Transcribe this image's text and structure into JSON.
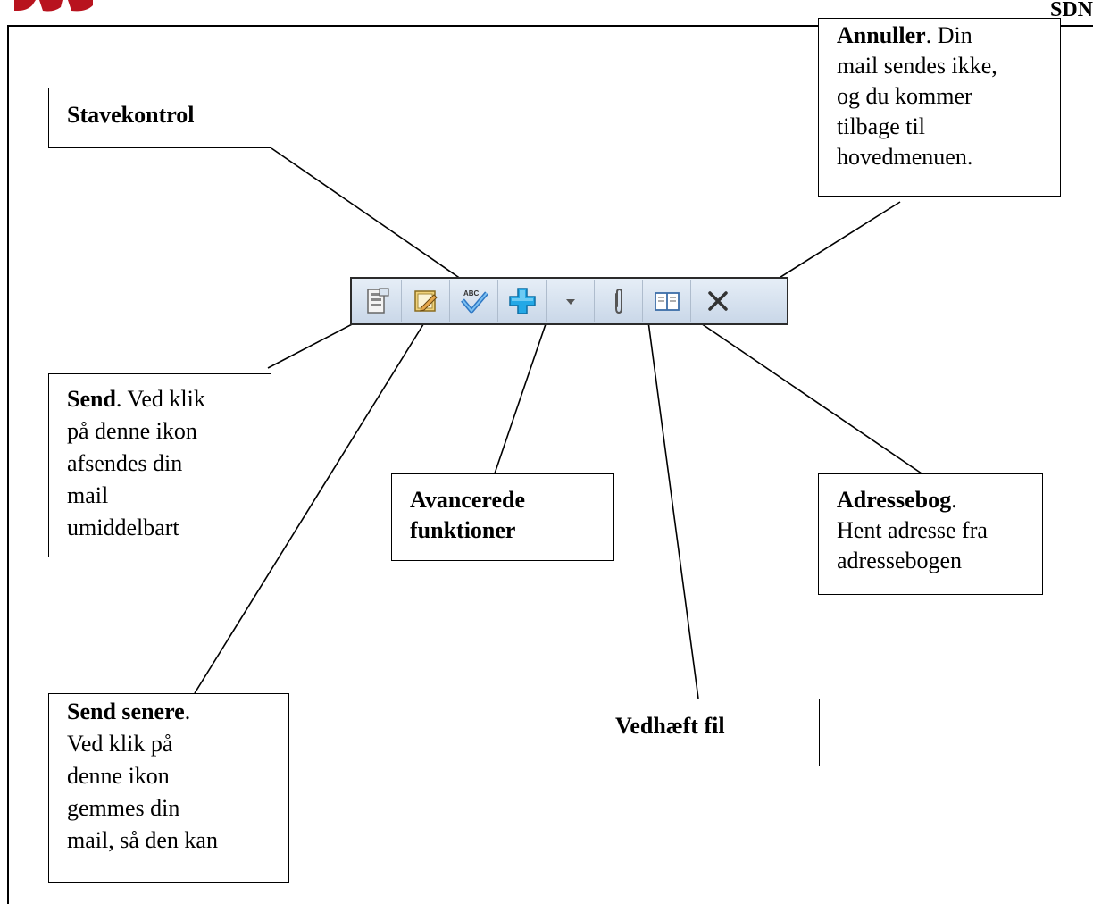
{
  "header": {
    "code": "SDN"
  },
  "toolbar": {
    "buttons": [
      {
        "icon": "send-icon"
      },
      {
        "icon": "send-later-icon"
      },
      {
        "icon": "spellcheck-icon",
        "glyph_text": "ABC"
      },
      {
        "icon": "advanced-functions-icon"
      },
      {
        "icon": "dropdown-arrow-icon"
      },
      {
        "icon": "paperclip-icon"
      },
      {
        "icon": "address-book-icon"
      },
      {
        "icon": "cancel-x-icon"
      }
    ]
  },
  "callouts": {
    "stavekontrol": {
      "title": "Stavekontrol",
      "body": ""
    },
    "annuller": {
      "title": "Annuller",
      "lines": [
        ". Din",
        "mail sendes ikke,",
        "og du kommer",
        "tilbage til",
        "hovedmenuen."
      ]
    },
    "send": {
      "title": "Send",
      "lines": [
        ". Ved klik",
        "på denne ikon",
        "afsendes din",
        "mail",
        "umiddelbart"
      ]
    },
    "avancerede": {
      "lines": [
        "Avancerede",
        "funktioner"
      ]
    },
    "adressebog": {
      "title": "Adressebog",
      "lines": [
        ".",
        "Hent adresse fra",
        "adressebogen"
      ]
    },
    "send_senere": {
      "title": "Send senere",
      "lines": [
        ".",
        "Ved klik på",
        "denne ikon",
        "gemmes din",
        "mail, så den kan"
      ]
    },
    "vedhaeft": {
      "title": "Vedhæft fil"
    }
  },
  "colors": {
    "logo_red": "#b8131e",
    "toolbar_top": "#e6eef7",
    "toolbar_bottom": "#c9d7e8",
    "advanced_blue": "#23a8e6"
  }
}
